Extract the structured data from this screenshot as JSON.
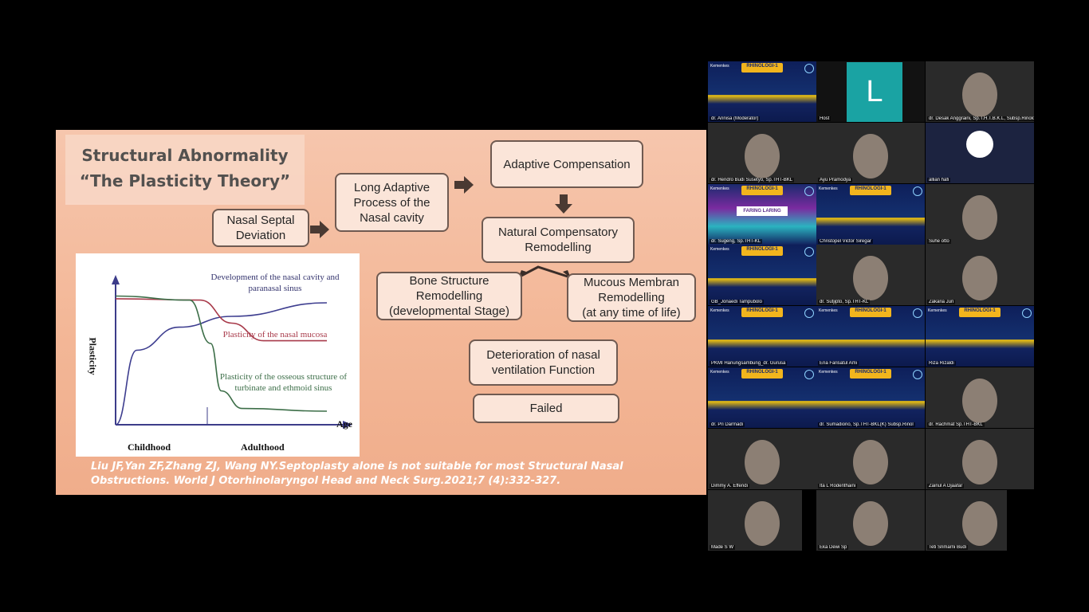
{
  "slide": {
    "title_line1": "Structural Abnormality",
    "title_line2": "“The Plasticity Theory”",
    "boxes": {
      "nasal_septal": [
        "Nasal Septal",
        "Deviation"
      ],
      "long_adaptive": [
        "Long Adaptive",
        "Process of the",
        "Nasal cavity"
      ],
      "adaptive_comp": [
        "Adaptive Compensation"
      ],
      "natural_comp": [
        "Natural Compensatory",
        "Remodelling"
      ],
      "bone": [
        "Bone Structure",
        "Remodelling",
        "(developmental Stage)"
      ],
      "mucous": [
        "Mucous Membran",
        "Remodelling",
        "(at any time of life)"
      ],
      "deterioration": [
        "Deterioration of nasal",
        "ventilation Function"
      ],
      "failed": [
        "Failed"
      ]
    },
    "citation_line1": "Liu JF,Yan ZF,Zhang ZJ, Wang NY.Septoplasty alone is not suitable for most Structural Nasal",
    "citation_line2": "Obstructions. World J Otorhinolaryngol Head and Neck Surg.2021;7 (4):332-327."
  },
  "chart_data": {
    "type": "line",
    "ylabel": "Plasticity",
    "xlabel": "Age",
    "categories": [
      "Childhood",
      "Adulthood"
    ],
    "annotations": [
      "Development of the nasal cavity and",
      "paranasal sinus",
      "Plasticity of the nasal mucosa",
      "Plasticity of the osseous structure of",
      "turbinate and ethmoid sinus"
    ],
    "series": [
      {
        "name": "Development of the nasal cavity and paranasal sinus",
        "color": "#3d3d8f",
        "points": [
          [
            0,
            0
          ],
          [
            0.1,
            0.55
          ],
          [
            0.3,
            0.72
          ],
          [
            0.55,
            0.8
          ],
          [
            1,
            0.9
          ]
        ]
      },
      {
        "name": "Plasticity of the nasal mucosa",
        "color": "#a83a4a",
        "points": [
          [
            0,
            0.93
          ],
          [
            0.4,
            0.92
          ],
          [
            0.55,
            0.75
          ],
          [
            0.7,
            0.62
          ],
          [
            1,
            0.62
          ]
        ]
      },
      {
        "name": "Plasticity of the osseous structure of turbinate and ethmoid sinus",
        "color": "#3c6e48",
        "points": [
          [
            0,
            0.95
          ],
          [
            0.35,
            0.92
          ],
          [
            0.45,
            0.6
          ],
          [
            0.5,
            0.25
          ],
          [
            0.6,
            0.12
          ],
          [
            1,
            0.1
          ]
        ]
      }
    ]
  },
  "participants": [
    "dr. Annisa (Moderator)",
    "Host",
    "dr. Desak Anggraini, Sp.T.H.T.B.K.L, Subsp.Rinologi",
    "dr. Hendro Budi Susetyo, Sp.THT-BKL",
    "Ayu Pramodya",
    "allian hafi",
    "dr. Sugeng, Sp.THT-KL",
    "Christopel Victor Siregar",
    "Suhe otto",
    "GB_Jonaedi Tampubolo",
    "dr. Sutjipto, Sp.THT-KL",
    "Zakaria Jun",
    "PKMI Hanungsambung_dr. Gurusa",
    "Ena Farisatul Ami",
    "Riza Rizaldi",
    "dr. Pri Darmadi",
    "dr. Sumadiono, Sp.THT-BKL(K) Subsp.Rinol",
    "dr. Rachmat Sp.THT-BKL",
    "Dimmy A. Effendi",
    "Ita L Rodenthaini",
    "Zainul A Djaafar",
    "Made S W",
    "Eka Dewi Sp",
    "Teti Srimarni Budi"
  ],
  "letter_tile": "L",
  "zoom_badge": "RHINOLOGI-1",
  "zoom_logo": "Kemenkes",
  "tile_faring": "FARING LARING",
  "colors": {
    "accent_teal": "#1aa3a3",
    "badge_yellow": "#f2b51d",
    "slide_bg": "#f3b797"
  }
}
